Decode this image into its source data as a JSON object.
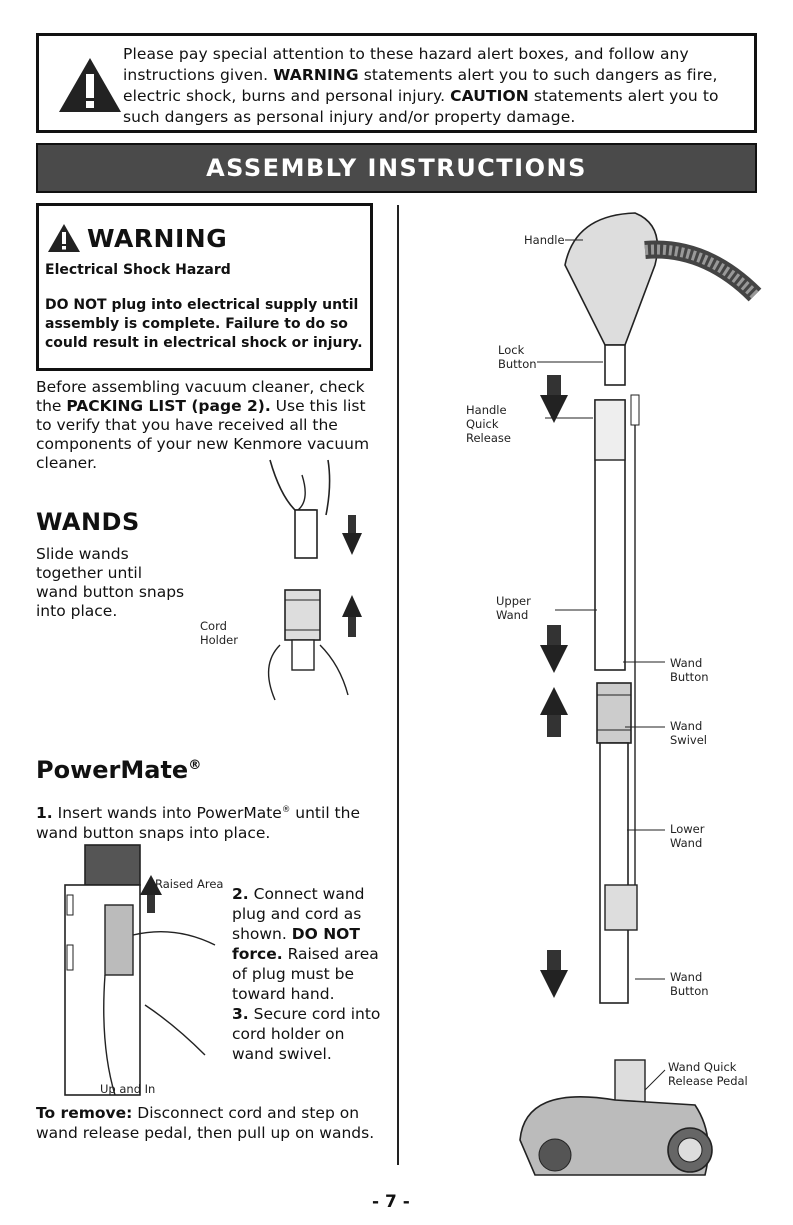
{
  "hazard": {
    "line1": "Please pay special attention to these hazard alert boxes, and follow any instructions given.",
    "warning_word": "WARNING",
    "line2": "statements alert you to such dangers as fire, electric shock, burns and personal injury.",
    "caution_word": "CAUTION",
    "line3": "statements alert you to such dangers as personal injury and/or property damage."
  },
  "banner": {
    "title": "ASSEMBLY INSTRUCTIONS"
  },
  "warning_box": {
    "title": "WARNING",
    "subtitle": "Electrical Shock Hazard",
    "body": "DO NOT plug into electrical supply until assembly is complete. Failure to do so could result in electrical shock or injury."
  },
  "intro": {
    "part1": "Before assembling vacuum cleaner, check the",
    "bold": "PACKING LIST (page 2).",
    "part2": "Use this list to verify that you have received all the components of your new Kenmore vacuum cleaner."
  },
  "wands": {
    "title": "WANDS",
    "text": "Slide wands together until wand button snaps into place.",
    "cord_holder_label": "Cord Holder"
  },
  "powermate": {
    "title": "PowerMate",
    "reg": "®",
    "step1_num": "1.",
    "step1_a": "Insert wands into PowerMate",
    "step1_b": "until the wand button snaps into place.",
    "raised_area_label": "Raised Area",
    "up_and_in_label": "Up and In",
    "step2_num": "2.",
    "step2_a": "Connect wand plug and cord as shown.",
    "step2_bold": "DO NOT force.",
    "step2_b": "Raised area of plug must be toward hand.",
    "step3_num": "3.",
    "step3": "Secure cord into cord holder on wand swivel."
  },
  "remove": {
    "bold": "To remove:",
    "text": "Disconnect cord and step on wand release pedal, then pull up on wands."
  },
  "diagram_labels": {
    "handle": "Handle",
    "lock_button": "Lock Button",
    "handle_quick_release": "Handle Quick Release",
    "upper_wand": "Upper Wand",
    "wand_button_1": "Wand Button",
    "wand_swivel": "Wand Swivel",
    "lower_wand": "Lower Wand",
    "wand_button_2": "Wand Button",
    "wand_quick_release_pedal": "Wand Quick Release Pedal"
  },
  "page": {
    "number": "- 7 -"
  }
}
